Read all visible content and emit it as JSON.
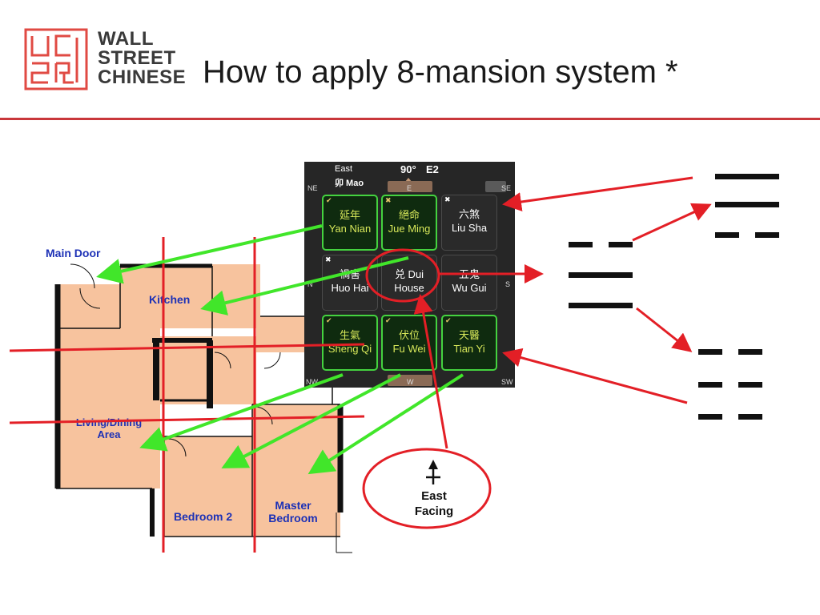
{
  "brand": {
    "line1": "WALL",
    "line2": "STREET",
    "line3": "CHINESE"
  },
  "title": "How to apply 8-mansion system *",
  "colors": {
    "accent_red": "#e31f26",
    "arrow_green": "#41e62a",
    "plan_fill": "#f7c39e",
    "label_blue": "#1d31b6",
    "good_border": "#44d33f"
  },
  "floorplan": {
    "main_door": "Main Door",
    "kitchen": "Kitchen",
    "living": "Living/Dining Area",
    "bedroom2": "Bedroom 2",
    "master": "Master Bedroom"
  },
  "compass": {
    "header_dir": "East",
    "header_sub": "卯 Mao",
    "bearing": "90°",
    "code": "E2",
    "dirs": {
      "ne": "NE",
      "e": "E",
      "se": "SE",
      "n": "N",
      "s": "S",
      "nw": "NW",
      "w": "W",
      "sw": "SW"
    },
    "cells": [
      {
        "cn": "延年",
        "py": "Yan Nian"
      },
      {
        "cn": "絕命",
        "py": "Jue Ming"
      },
      {
        "cn": "六煞",
        "py": "Liu Sha"
      },
      {
        "cn": "禍害",
        "py": "Huo Hai"
      },
      {
        "cn": "兑 Dui",
        "py": "House"
      },
      {
        "cn": "五鬼",
        "py": "Wu Gui"
      },
      {
        "cn": "生氣",
        "py": "Sheng Qi"
      },
      {
        "cn": "伏位",
        "py": "Fu Wei"
      },
      {
        "cn": "天醫",
        "py": "Tian Yi"
      }
    ]
  },
  "facing": {
    "line1": "East",
    "line2": "Facing"
  }
}
